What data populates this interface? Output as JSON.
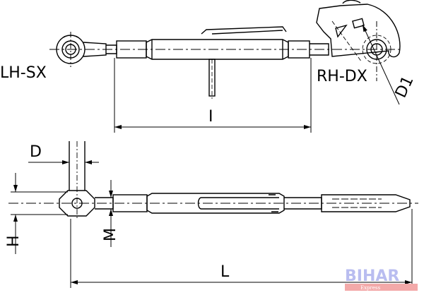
{
  "labels": {
    "left_hand": "LH-SX",
    "right_hand": "RH-DX",
    "d1": "D1",
    "i": "I",
    "d": "D",
    "h": "H",
    "m": "M",
    "l": "L"
  },
  "watermark": {
    "title": "BIHAR",
    "subtitle": "Express"
  }
}
